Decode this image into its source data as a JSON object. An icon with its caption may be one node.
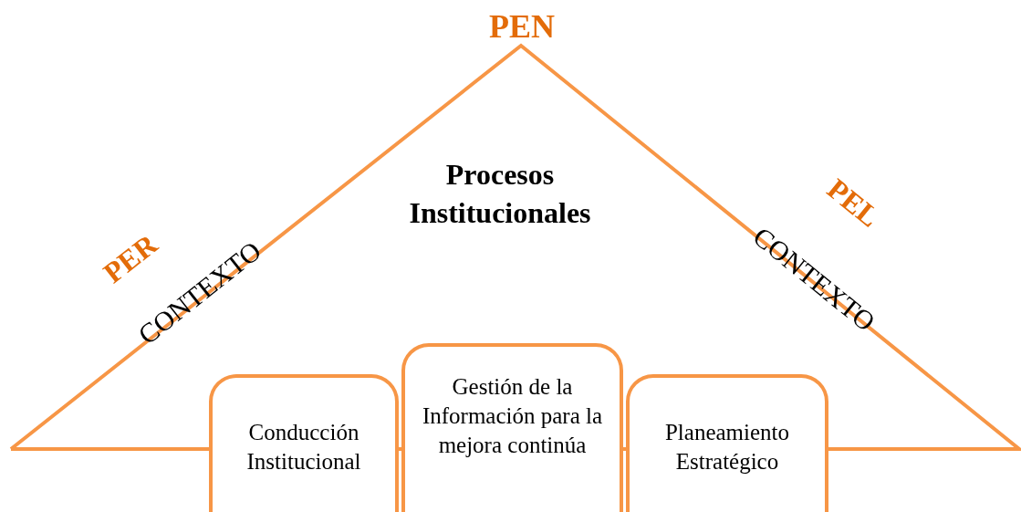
{
  "diagram": {
    "nodes": [
      {
        "text": [
          "Procesos Institucionales"
        ]
      },
      {
        "text": [
          "Conducción Institucional"
        ]
      },
      {
        "text": [
          "Gestión de la Información para la mejora continúa"
        ]
      },
      {
        "text": [
          "Planeamiento Estratégico"
        ]
      }
    ],
    "labels": [
      "PEN",
      "PER",
      "CONTEXTO",
      "PEL",
      "CONTEXTO"
    ]
  }
}
